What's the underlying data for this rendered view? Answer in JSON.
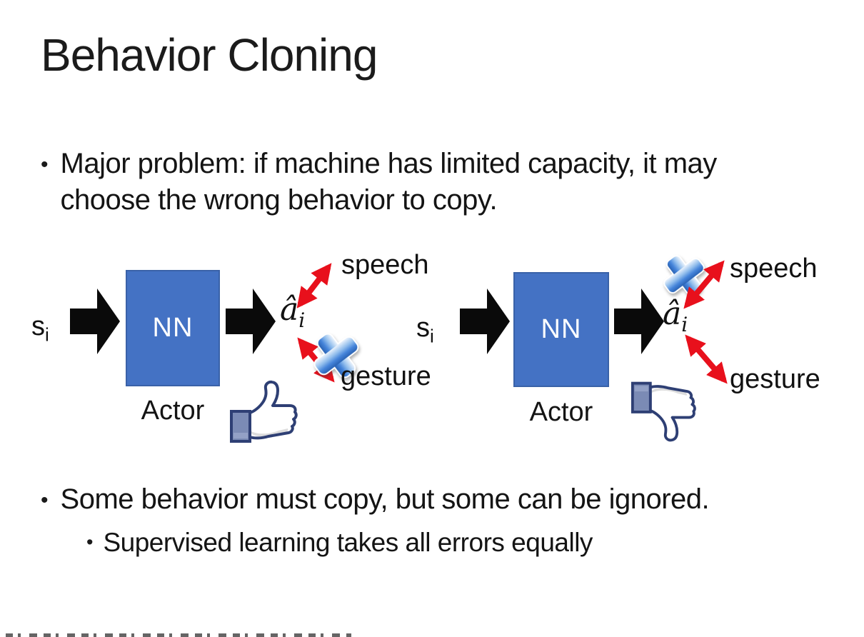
{
  "slide": {
    "title": "Behavior Cloning",
    "bullet_glyph": "•",
    "bullets": {
      "major_problem": "Major problem: if machine has limited capacity, it may choose the wrong behavior to copy.",
      "some_behavior": "Some behavior must copy, but some can be ignored.",
      "supervised": "Supervised learning takes all errors equally"
    }
  },
  "diagram_left": {
    "input": {
      "base": "s",
      "sub": "i"
    },
    "nn_label": "NN",
    "actor_label": "Actor",
    "output": {
      "base": "â",
      "sub": "i"
    },
    "branch_top": {
      "label": "speech",
      "crossed_out": false
    },
    "branch_bottom": {
      "label": "gesture",
      "crossed_out": true
    },
    "feedback": "thumbs-up"
  },
  "diagram_right": {
    "input": {
      "base": "s",
      "sub": "i"
    },
    "nn_label": "NN",
    "actor_label": "Actor",
    "output": {
      "base": "â",
      "sub": "i"
    },
    "branch_top": {
      "label": "speech",
      "crossed_out": true
    },
    "branch_bottom": {
      "label": "gesture",
      "crossed_out": false
    },
    "feedback": "thumbs-down"
  },
  "colors": {
    "nn_box_fill": "#4472C4",
    "nn_box_border": "#3A62A8",
    "arrow_black": "#0A0A0A",
    "arrow_red": "#E8101C",
    "cross_blue_light": "#E9F2FC",
    "cross_blue_dark": "#2A63B4",
    "thumb_outline": "#2E3F74",
    "thumb_cuff": "#7B8BB5",
    "text": "#1A1A1A"
  }
}
